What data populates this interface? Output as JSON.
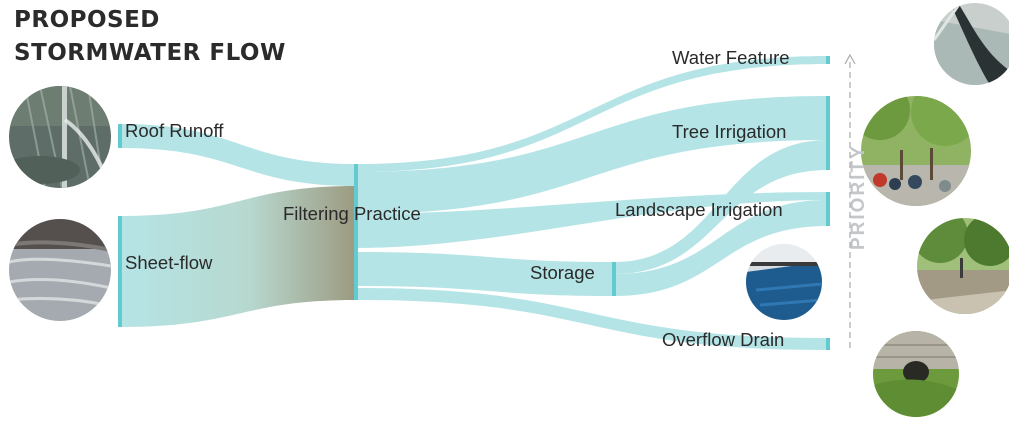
{
  "title": {
    "line1": "PROPOSED",
    "line2": "STORMWATER FLOW"
  },
  "nodes": {
    "roof_runoff": "Roof Runoff",
    "sheet_flow": "Sheet-flow",
    "filtering_practice": "Filtering Practice",
    "storage": "Storage",
    "water_feature": "Water Feature",
    "tree_irrigation": "Tree Irrigation",
    "landscape_irrigation": "Landscape Irrigation",
    "overflow_drain": "Overflow Drain"
  },
  "priority_axis": {
    "label": "PRIORITY"
  },
  "photos": [
    "rain-photo",
    "sheet-flow-photo",
    "water-feature-photo",
    "plaza-trees-photo",
    "landscape-photo",
    "cistern-photo",
    "drain-culvert-photo"
  ],
  "colors": {
    "flow": "#b5e4e6",
    "node_bar": "#63cbd0",
    "text": "#2a2a2a",
    "title": "#2b2b2b",
    "priority": "#c3c7c9"
  }
}
